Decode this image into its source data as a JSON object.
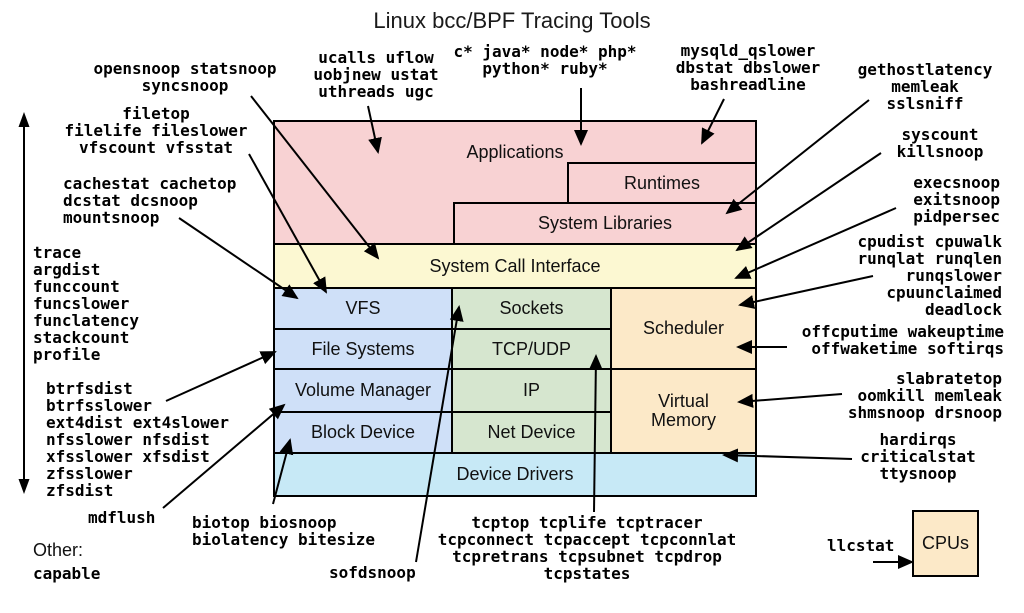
{
  "title": "Linux bcc/BPF Tracing Tools",
  "colors": {
    "pink": "#f8d2d3",
    "yellow": "#fcf8d2",
    "blue": "#cfe0f8",
    "green": "#d6e6cf",
    "orange": "#fce9c8",
    "cyan": "#c7e9f6"
  },
  "diagram": {
    "applications": "Applications",
    "runtimes": "Runtimes",
    "system_libraries": "System Libraries",
    "system_call_interface": "System Call Interface",
    "vfs": "VFS",
    "sockets": "Sockets",
    "scheduler": "Scheduler",
    "file_systems": "File Systems",
    "tcp_udp": "TCP/UDP",
    "volume_manager": "Volume Manager",
    "ip": "IP",
    "virtual_memory": [
      "Virtual",
      "Memory"
    ],
    "block_device": "Block Device",
    "net_device": "Net Device",
    "device_drivers": "Device Drivers",
    "cpus": "CPUs"
  },
  "tool_labels": {
    "opensnoop": [
      "opensnoop statsnoop",
      "syncsnoop"
    ],
    "filetop": [
      "filetop",
      "filelife fileslower",
      "vfscount vfsstat"
    ],
    "cachestat": [
      "cachestat cachetop",
      "dcstat dcsnoop",
      "mountsnoop"
    ],
    "generic": [
      "trace",
      "argdist",
      "funccount",
      "funcslower",
      "funclatency",
      "stackcount",
      "profile"
    ],
    "filesystems": [
      "btrfsdist",
      "btrfsslower",
      "ext4dist ext4slower",
      "nfsslower nfsdist",
      "xfsslower xfsdist",
      "zfsslower",
      "zfsdist"
    ],
    "mdflush": [
      "mdflush"
    ],
    "biotop": [
      "biotop biosnoop",
      "biolatency bitesize"
    ],
    "sofdsnoop": [
      "sofdsnoop"
    ],
    "tcptools": [
      "tcptop tcplife tcptracer",
      "tcpconnect tcpaccept tcpconnlat",
      "tcpretrans tcpsubnet tcpdrop",
      "tcpstates"
    ],
    "ucalls": [
      "ucalls uflow",
      "uobjnew ustat",
      "uthreads ugc"
    ],
    "runtime_langs": [
      "c* java* node* php*",
      "python* ruby*"
    ],
    "mysqld": [
      "mysqld_qslower",
      "dbstat dbslower",
      "bashreadline"
    ],
    "gethostlatency": [
      "gethostlatency",
      "memleak",
      "sslsniff"
    ],
    "syscount": [
      "syscount",
      "killsnoop"
    ],
    "execsnoop": [
      "execsnoop",
      "exitsnoop",
      "pidpersec"
    ],
    "cpudist": [
      "cpudist cpuwalk",
      "runqlat runqlen",
      "runqslower",
      "cpuunclaimed",
      "deadlock"
    ],
    "offcputime": [
      "offcputime wakeuptime",
      "offwaketime softirqs"
    ],
    "slabratetop": [
      "slabratetop",
      "oomkill memleak",
      "shmsnoop drsnoop"
    ],
    "hardirqs": [
      "hardirqs",
      "criticalstat",
      "ttysnoop"
    ],
    "llcstat": [
      "llcstat"
    ],
    "other_heading": "Other:",
    "other_tools": [
      "capable"
    ]
  }
}
